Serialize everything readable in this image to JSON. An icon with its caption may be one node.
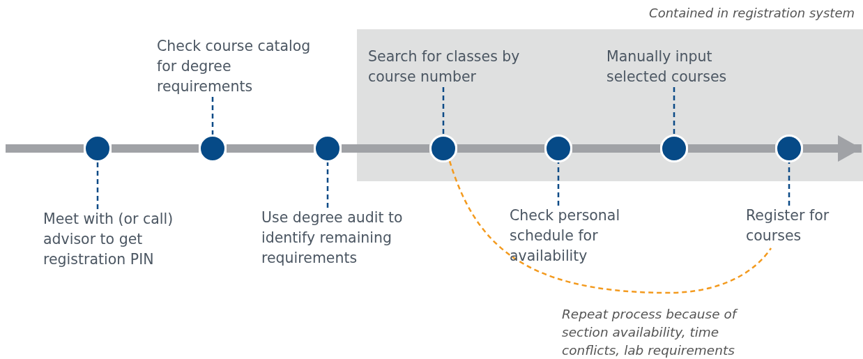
{
  "diagram": {
    "nodes": [
      {
        "text": [
          "Contained in registration system"
        ]
      },
      {
        "text": [
          "Meet with (or call) advisor to get registration PIN"
        ]
      },
      {
        "text": [],
        "shape": "circle"
      },
      {
        "text": [
          "Check course catalog for degree requirements"
        ]
      },
      {
        "text": [],
        "shape": "circle"
      },
      {
        "text": [
          "Use degree audit to identify remaining requirements"
        ]
      },
      {
        "text": [],
        "shape": "circle"
      },
      {
        "text": [
          "Search for classes by course number"
        ],
        "in": 0
      },
      {
        "text": [],
        "shape": "circle",
        "in": 0
      },
      {
        "text": [
          "Check personal schedule for availability"
        ]
      },
      {
        "text": [],
        "shape": "circle",
        "in": 0
      },
      {
        "text": [
          "Manually input selected courses"
        ],
        "in": 0
      },
      {
        "text": [],
        "shape": "circle",
        "in": 0
      },
      {
        "text": [
          "Register for courses"
        ]
      },
      {
        "text": [],
        "shape": "circle",
        "in": 0
      }
    ],
    "edges": [
      {
        "from": null,
        "to": 2,
        "arrow": "none",
        "style": "thick"
      },
      {
        "from": 2,
        "to": 4,
        "arrow": "none",
        "style": "thick"
      },
      {
        "from": 4,
        "to": 6,
        "arrow": "none",
        "style": "thick"
      },
      {
        "from": 6,
        "to": 8,
        "arrow": "none",
        "style": "thick"
      },
      {
        "from": 8,
        "to": 10,
        "arrow": "none",
        "style": "thick"
      },
      {
        "from": 10,
        "to": 12,
        "arrow": "none",
        "style": "thick"
      },
      {
        "from": 12,
        "to": 14,
        "arrow": "none",
        "style": "thick"
      },
      {
        "from": 14,
        "to": null,
        "arrow": "to",
        "style": "thick"
      },
      {
        "from": 1,
        "to": 2,
        "arrow": "none",
        "style": "dashed",
        "color": "#0b4a86"
      },
      {
        "from": 3,
        "to": 4,
        "arrow": "none",
        "style": "dashed",
        "color": "#0b4a86"
      },
      {
        "from": 5,
        "to": 6,
        "arrow": "none",
        "style": "dashed",
        "color": "#0b4a86"
      },
      {
        "from": 7,
        "to": 8,
        "arrow": "none",
        "style": "dashed",
        "color": "#0b4a86"
      },
      {
        "from": 9,
        "to": 10,
        "arrow": "none",
        "style": "dashed",
        "color": "#0b4a86"
      },
      {
        "from": 11,
        "to": 12,
        "arrow": "none",
        "style": "dashed",
        "color": "#0b4a86"
      },
      {
        "from": 13,
        "to": 14,
        "arrow": "none",
        "style": "dashed",
        "color": "#0b4a86"
      },
      {
        "from": 8,
        "to": 13,
        "arrow": "none",
        "style": "dashed",
        "color": "#f39a1e"
      }
    ],
    "labels": [
      "Repeat process because of section availability, time conflicts, lab requirements"
    ]
  }
}
